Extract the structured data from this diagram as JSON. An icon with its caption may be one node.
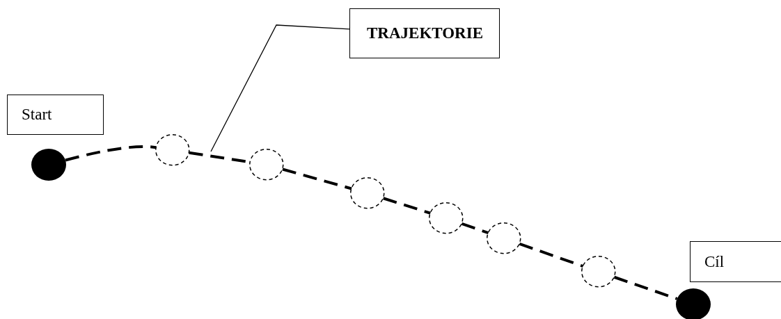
{
  "diagram": {
    "nodes": [
      {
        "text": [
          "TRAJEKTORIE"
        ]
      },
      {
        "text": [
          "Start"
        ]
      },
      {
        "text": [
          "Cíl"
        ]
      },
      {
        "text": [],
        "shape": "circle"
      },
      {
        "text": [],
        "shape": "circle"
      },
      {
        "text": [],
        "shape": "circle"
      },
      {
        "text": [],
        "shape": "circle"
      },
      {
        "text": [],
        "shape": "circle"
      },
      {
        "text": [],
        "shape": "circle"
      },
      {
        "text": [],
        "shape": "circle"
      },
      {
        "text": [],
        "shape": "circle"
      }
    ],
    "edges": [
      {
        "from": 0,
        "to": null,
        "arrow": "none"
      },
      {
        "from": 3,
        "to": 4,
        "arrow": "none",
        "style": "dashed"
      },
      {
        "from": 4,
        "to": 5,
        "arrow": "none",
        "style": "dashed"
      },
      {
        "from": 5,
        "to": 6,
        "arrow": "none",
        "style": "dashed"
      },
      {
        "from": 6,
        "to": 7,
        "arrow": "none",
        "style": "dashed"
      },
      {
        "from": 7,
        "to": 8,
        "arrow": "none",
        "style": "dashed"
      },
      {
        "from": 8,
        "to": 9,
        "arrow": "none",
        "style": "dashed"
      },
      {
        "from": 9,
        "to": 10,
        "arrow": "none",
        "style": "dashed"
      }
    ]
  }
}
